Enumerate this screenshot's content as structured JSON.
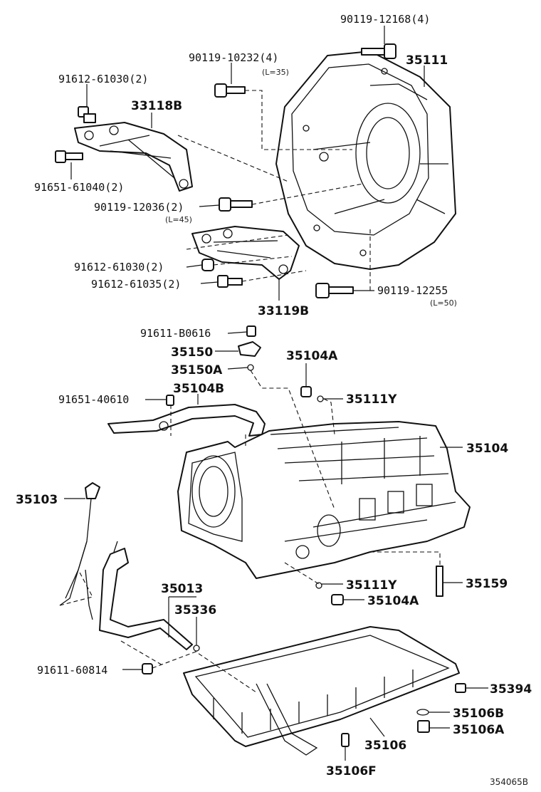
{
  "callouts": {
    "c90119_12168": "90119-12168(4)",
    "c35111": "35111",
    "c90119_10232": "90119-10232(4)",
    "l35": "(L=35)",
    "c91612_61030_top": "91612-61030(2)",
    "c33118B": "33118B",
    "c91651_61040": "91651-61040(2)",
    "c90119_12036": "90119-12036(2)",
    "l45": "(L=45)",
    "c91612_61030_mid": "91612-61030(2)",
    "c91612_61035": "91612-61035(2)",
    "c33119B": "33119B",
    "c90119_12255": "90119-12255",
    "l50": "(L=50)",
    "c91611_B0616": "91611-B0616",
    "c35150": "35150",
    "c35150A": "35150A",
    "c35104A_top": "35104A",
    "c35111Y_top": "35111Y",
    "c91651_40610": "91651-40610",
    "c35104B": "35104B",
    "c35104": "35104",
    "c35103": "35103",
    "c35111Y_bot": "35111Y",
    "c35159": "35159",
    "c35104A_bot": "35104A",
    "c35013": "35013",
    "c35336": "35336",
    "c91611_60814": "91611-60814",
    "c35394": "35394",
    "c35106B": "35106B",
    "c35106A": "35106A",
    "c35106": "35106",
    "c35106F": "35106F"
  },
  "figure_ref": "354065B"
}
